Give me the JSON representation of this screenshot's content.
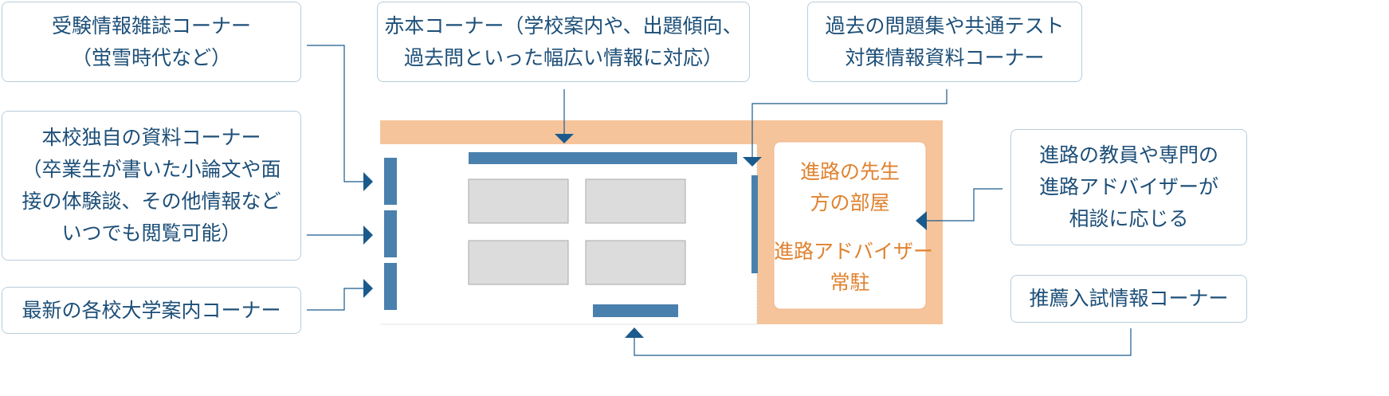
{
  "colors": {
    "box_border": "#b8cddc",
    "text_blue": "#1d4f78",
    "shelf_blue": "#4a80ad",
    "arrow_blue": "#1a5a8c",
    "orange_fill": "#f5c49b",
    "orange_text": "#e0822f",
    "table_gray": "#dcdcdc"
  },
  "labels": {
    "magazine": [
      "受験情報雑誌コーナー",
      "（蛍雪時代など）"
    ],
    "akahon": [
      "赤本コーナー（学校案内や、出題傾向、",
      "過去問といった幅広い情報に対応）"
    ],
    "past_exams": [
      "過去の問題集や共通テスト",
      "対策情報資料コーナー"
    ],
    "original_materials": [
      "本校独自の資料コーナー",
      "（卒業生が書いた小論文や面",
      "接の体験談、その他情報など",
      "いつでも閲覧可能）"
    ],
    "university_guides": [
      "最新の各校大学案内コーナー"
    ],
    "advisors": [
      "進路の教員や専門の",
      "進路アドバイザーが",
      "相談に応じる"
    ],
    "recommendation": [
      "推薦入試情報コーナー"
    ]
  },
  "room": {
    "teachers_room": [
      "進路の先生",
      "方の部屋"
    ],
    "advisor_station": [
      "進路アドバイザー",
      "常駐"
    ]
  }
}
